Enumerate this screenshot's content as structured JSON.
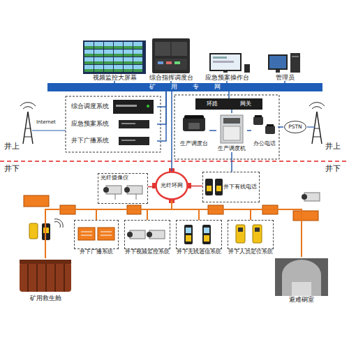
{
  "diagram": {
    "nodes": [
      {
        "text": [
          "视频监控大屏幕"
        ]
      },
      {
        "text": [
          "综合指挥调度台"
        ]
      },
      {
        "text": [
          "应急预案操作台"
        ]
      },
      {
        "text": [
          "管理员"
        ]
      },
      {
        "text": [
          "矿用专网"
        ]
      },
      {
        "text": [
          "综合调度系统"
        ]
      },
      {
        "text": [
          "应急预案系统"
        ]
      },
      {
        "text": [
          "井下广播系统"
        ]
      },
      {
        "text": [
          "环路",
          "网关"
        ]
      },
      {
        "text": [
          "生产调度台"
        ]
      },
      {
        "text": [
          "生产调度机"
        ]
      },
      {
        "text": [
          "办公电话"
        ]
      },
      {
        "text": [
          "PSTN"
        ]
      },
      {
        "text": [
          "光纤摄像仪"
        ]
      },
      {
        "text": [
          "光纤环网"
        ]
      },
      {
        "text": [
          "井下有线电话"
        ]
      },
      {
        "text": [
          "井下广播系统"
        ]
      },
      {
        "text": [
          "井下视频监控系统"
        ]
      },
      {
        "text": [
          "井下无线通信系统"
        ]
      },
      {
        "text": [
          "井下人员定位系统"
        ]
      },
      {
        "text": [
          "矿用救生舱"
        ]
      },
      {
        "text": [
          "避难硐室"
        ]
      }
    ],
    "edges": [
      {
        "from": 0,
        "to": 4,
        "arrow": "none"
      },
      {
        "from": 1,
        "to": 4,
        "arrow": "none"
      },
      {
        "from": 2,
        "to": 4,
        "arrow": "none"
      },
      {
        "from": 3,
        "to": 4,
        "arrow": "none"
      },
      {
        "from": 5,
        "to": 4,
        "arrow": "none"
      },
      {
        "from": 6,
        "to": 4,
        "arrow": "none"
      },
      {
        "from": 7,
        "to": 4,
        "arrow": "none"
      },
      {
        "from": 8,
        "to": 4,
        "arrow": "none"
      },
      {
        "from": 8,
        "to": 10,
        "arrow": "none"
      },
      {
        "from": 9,
        "to": 10,
        "arrow": "none"
      },
      {
        "from": 10,
        "to": 11,
        "arrow": "none"
      },
      {
        "from": 11,
        "to": 12,
        "arrow": "none"
      },
      {
        "from": 4,
        "to": 14,
        "arrow": "none"
      },
      {
        "from": 10,
        "to": 15,
        "arrow": "none"
      },
      {
        "from": 14,
        "to": 13,
        "arrow": "none"
      },
      {
        "from": 14,
        "to": 15,
        "arrow": "none"
      },
      {
        "from": 14,
        "to": 16,
        "arrow": "none"
      },
      {
        "from": 14,
        "to": 17,
        "arrow": "none"
      },
      {
        "from": 14,
        "to": 18,
        "arrow": "none"
      },
      {
        "from": 14,
        "to": 19,
        "arrow": "none"
      },
      {
        "from": 14,
        "to": 20,
        "arrow": "none"
      },
      {
        "from": 14,
        "to": 21,
        "arrow": "none"
      }
    ],
    "labels": [
      "Internet",
      "井上",
      "井上",
      "井下",
      "井下"
    ]
  }
}
